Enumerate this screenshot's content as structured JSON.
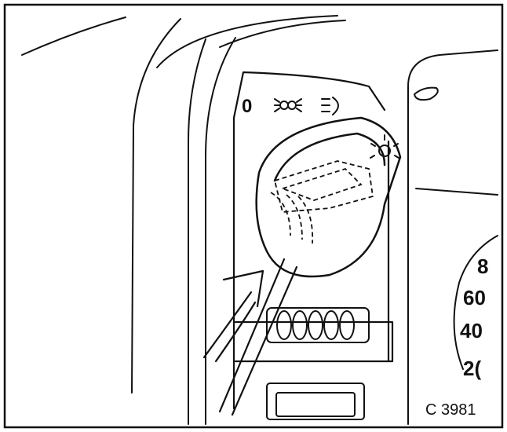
{
  "figure": {
    "code": "C 3981",
    "switch_labels": {
      "off": "0",
      "parking": "☀☀",
      "headlamp": "≡D"
    },
    "speedo_numbers": [
      "8",
      "60",
      "40",
      "2("
    ]
  },
  "colors": {
    "ink": "#111111",
    "paper": "#ffffff"
  },
  "icons": {
    "parking-light": "parking-light-icon",
    "headlamp": "headlamp-icon",
    "dimmer-sun": "sun-icon",
    "arrow": "arrow-icon"
  }
}
